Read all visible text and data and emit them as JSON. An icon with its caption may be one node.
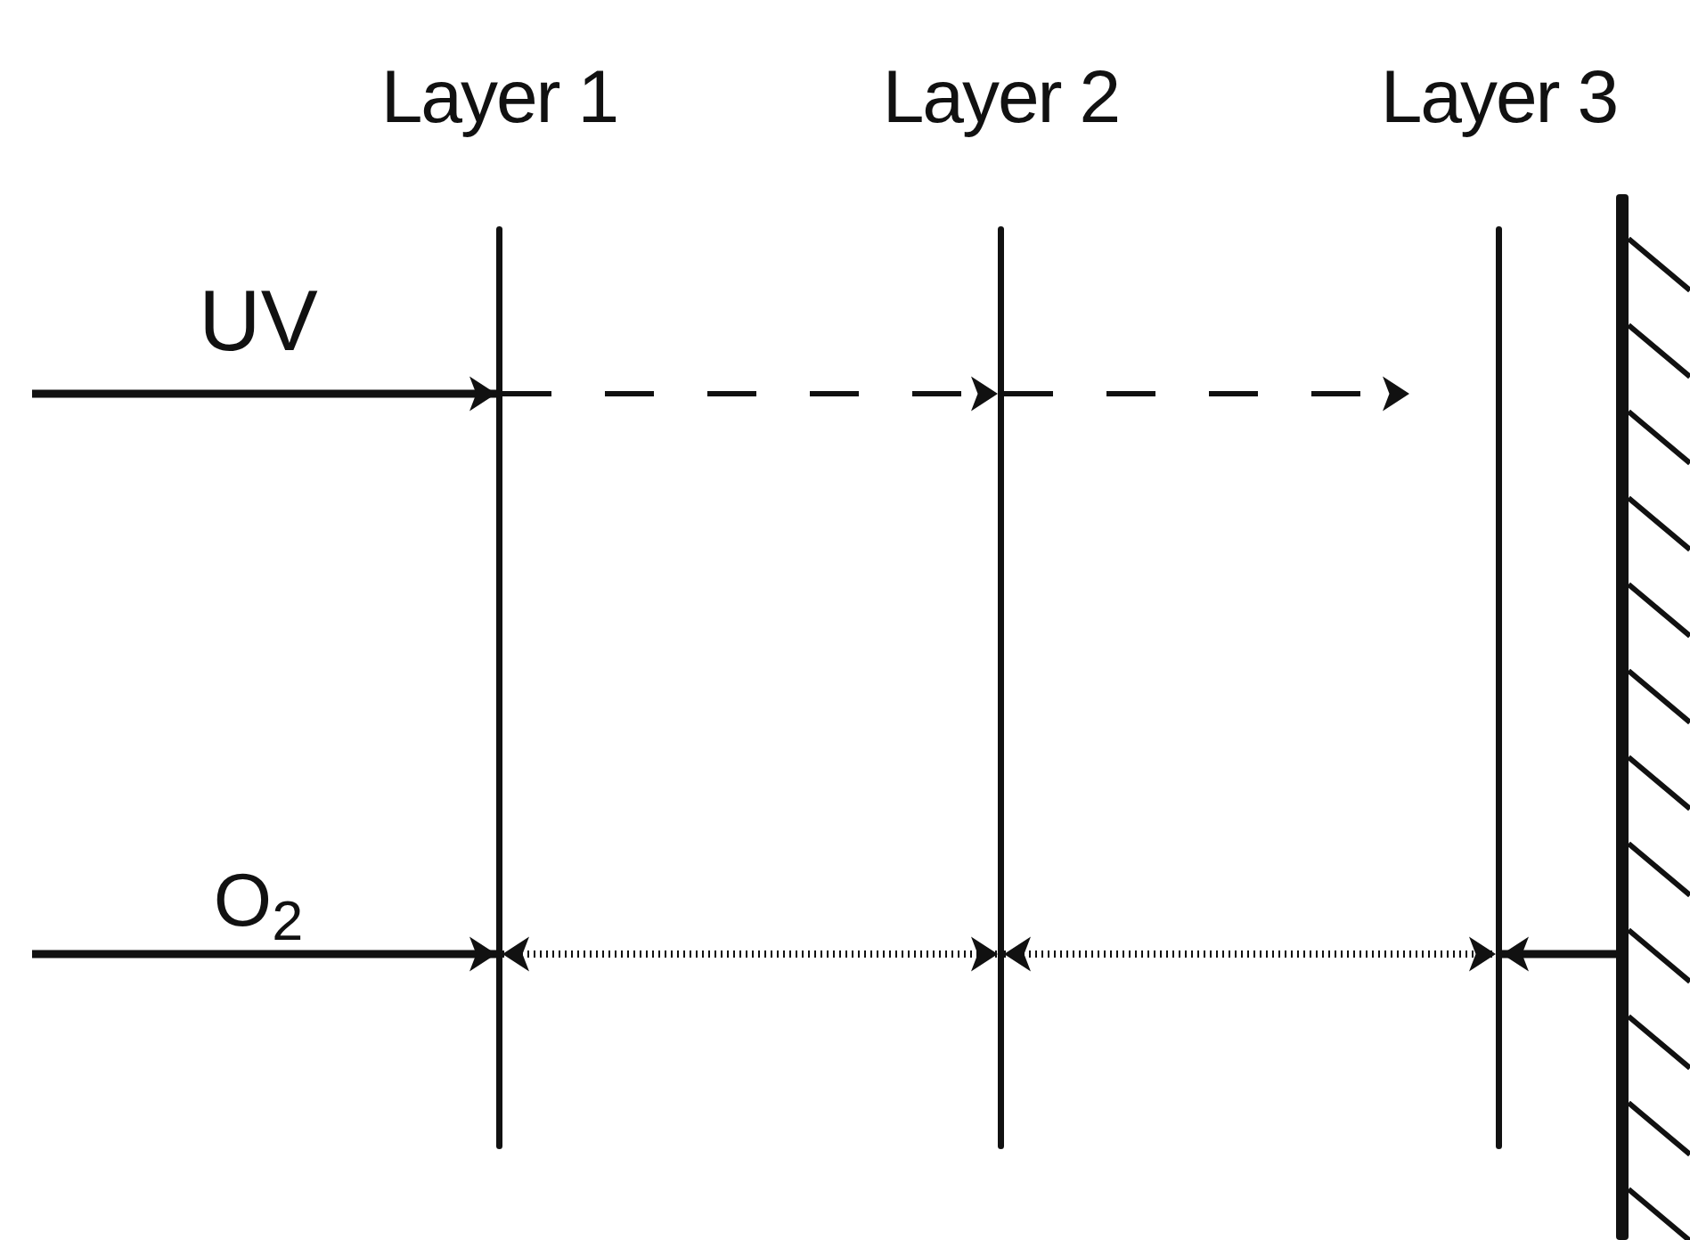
{
  "diagram": {
    "nodes": [
      {
        "text": [
          "Layer 1"
        ]
      },
      {
        "text": [
          "Layer 2"
        ]
      },
      {
        "text": [
          "Layer 3"
        ]
      },
      {
        "text": [],
        "shape": "bar"
      }
    ],
    "edges": [
      {
        "from": null,
        "to": 0,
        "arrow": "to",
        "label": "UV"
      },
      {
        "from": 0,
        "to": 1,
        "arrow": "to",
        "style": "dashed"
      },
      {
        "from": 1,
        "to": null,
        "arrow": "to",
        "style": "dashed"
      },
      {
        "from": null,
        "to": 0,
        "arrow": "to",
        "label": "O$_{2}$"
      },
      {
        "from": 0,
        "to": 1,
        "arrow": "both",
        "style": "dashed"
      },
      {
        "from": 1,
        "to": 2,
        "arrow": "both",
        "style": "dashed"
      },
      {
        "from": 3,
        "to": 2,
        "arrow": "to"
      }
    ]
  }
}
